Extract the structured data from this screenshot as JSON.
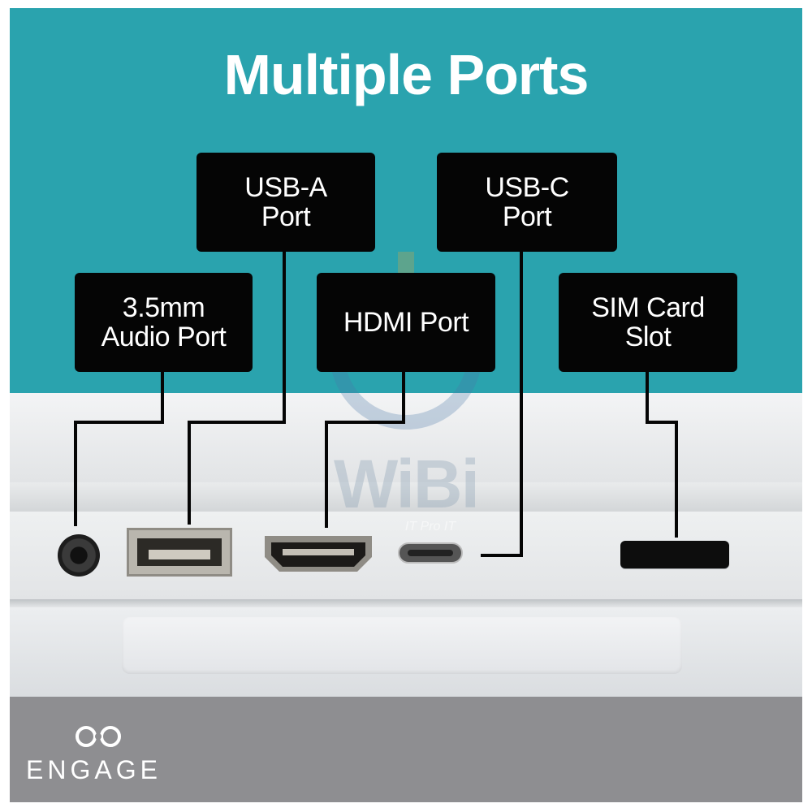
{
  "title": "Multiple Ports",
  "labels": {
    "usb_a": "USB-A\nPort",
    "usb_c": "USB-C\nPort",
    "audio": "3.5mm\nAudio Port",
    "hdmi": "HDMI Port",
    "sim": "SIM Card\nSlot"
  },
  "watermark": {
    "text": "WiBi",
    "tagline": "IT Pro IT"
  },
  "brand": {
    "name": "ENGAGE"
  },
  "colors": {
    "teal": "#2aa3ae",
    "label_bg": "#050505",
    "label_text": "#ffffff",
    "footer_gray": "#8e8e91"
  }
}
